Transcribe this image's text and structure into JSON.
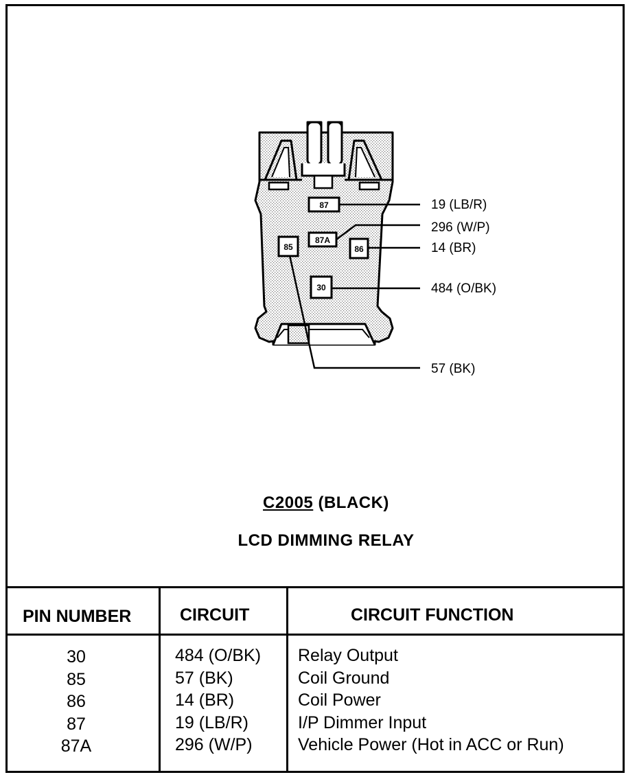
{
  "connector": {
    "id": "C2005",
    "color_label": "(BLACK)",
    "component": "LCD DIMMING RELAY",
    "pin_labels": [
      "87",
      "87A",
      "85",
      "86",
      "30"
    ],
    "callouts": [
      "19 (LB/R)",
      "296 (W/P)",
      "14 (BR)",
      "484 (O/BK)",
      "57 (BK)"
    ]
  },
  "table": {
    "headers": [
      "PIN NUMBER",
      "CIRCUIT",
      "CIRCUIT FUNCTION"
    ],
    "rows": [
      {
        "pin": "30",
        "circuit": "484 (O/BK)",
        "function": "Relay Output"
      },
      {
        "pin": "85",
        "circuit": "57 (BK)",
        "function": "Coil Ground"
      },
      {
        "pin": "86",
        "circuit": "14 (BR)",
        "function": "Coil Power"
      },
      {
        "pin": "87",
        "circuit": "19 (LB/R)",
        "function": "I/P Dimmer Input"
      },
      {
        "pin": "87A",
        "circuit": "296 (W/P)",
        "function": "Vehicle Power (Hot in ACC or Run)"
      }
    ]
  }
}
